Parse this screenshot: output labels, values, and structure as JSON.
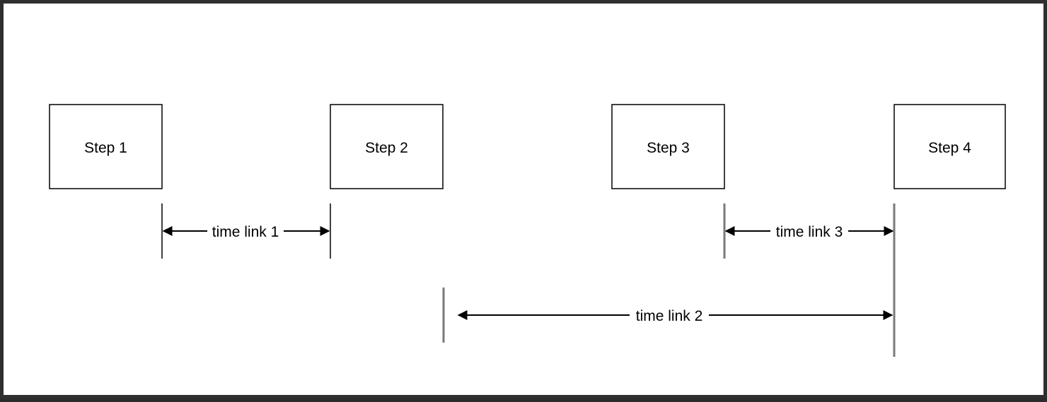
{
  "diagram": {
    "steps": [
      {
        "label": "Step 1"
      },
      {
        "label": "Step 2"
      },
      {
        "label": "Step 3"
      },
      {
        "label": "Step 4"
      }
    ],
    "links": [
      {
        "label": "time link 1",
        "from": "Step 1",
        "to": "Step 2"
      },
      {
        "label": "time link 2",
        "from": "Step 2",
        "to": "Step 4"
      },
      {
        "label": "time link 3",
        "from": "Step 3",
        "to": "Step 4"
      }
    ]
  }
}
